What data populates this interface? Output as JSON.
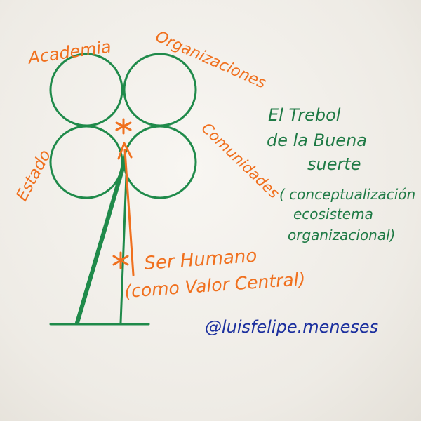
{
  "diagram": {
    "labels": {
      "academia": "Academia",
      "organizaciones": "Organizaciones",
      "estado": "Estado",
      "comunidades": "Comunidades"
    },
    "center": {
      "line1": "Ser Humano",
      "line2": "(como Valor Central)"
    },
    "title": {
      "line1": "El Trebol",
      "line2": "de la Buena",
      "line3": "suerte",
      "line4": "( conceptualización",
      "line5": "ecosistema",
      "line6": "organizacional)"
    },
    "signature": "@luisfelipe.meneses",
    "colors": {
      "green": "#1f8a4a",
      "orange": "#f0701e",
      "blue": "#1b2f9e"
    }
  }
}
